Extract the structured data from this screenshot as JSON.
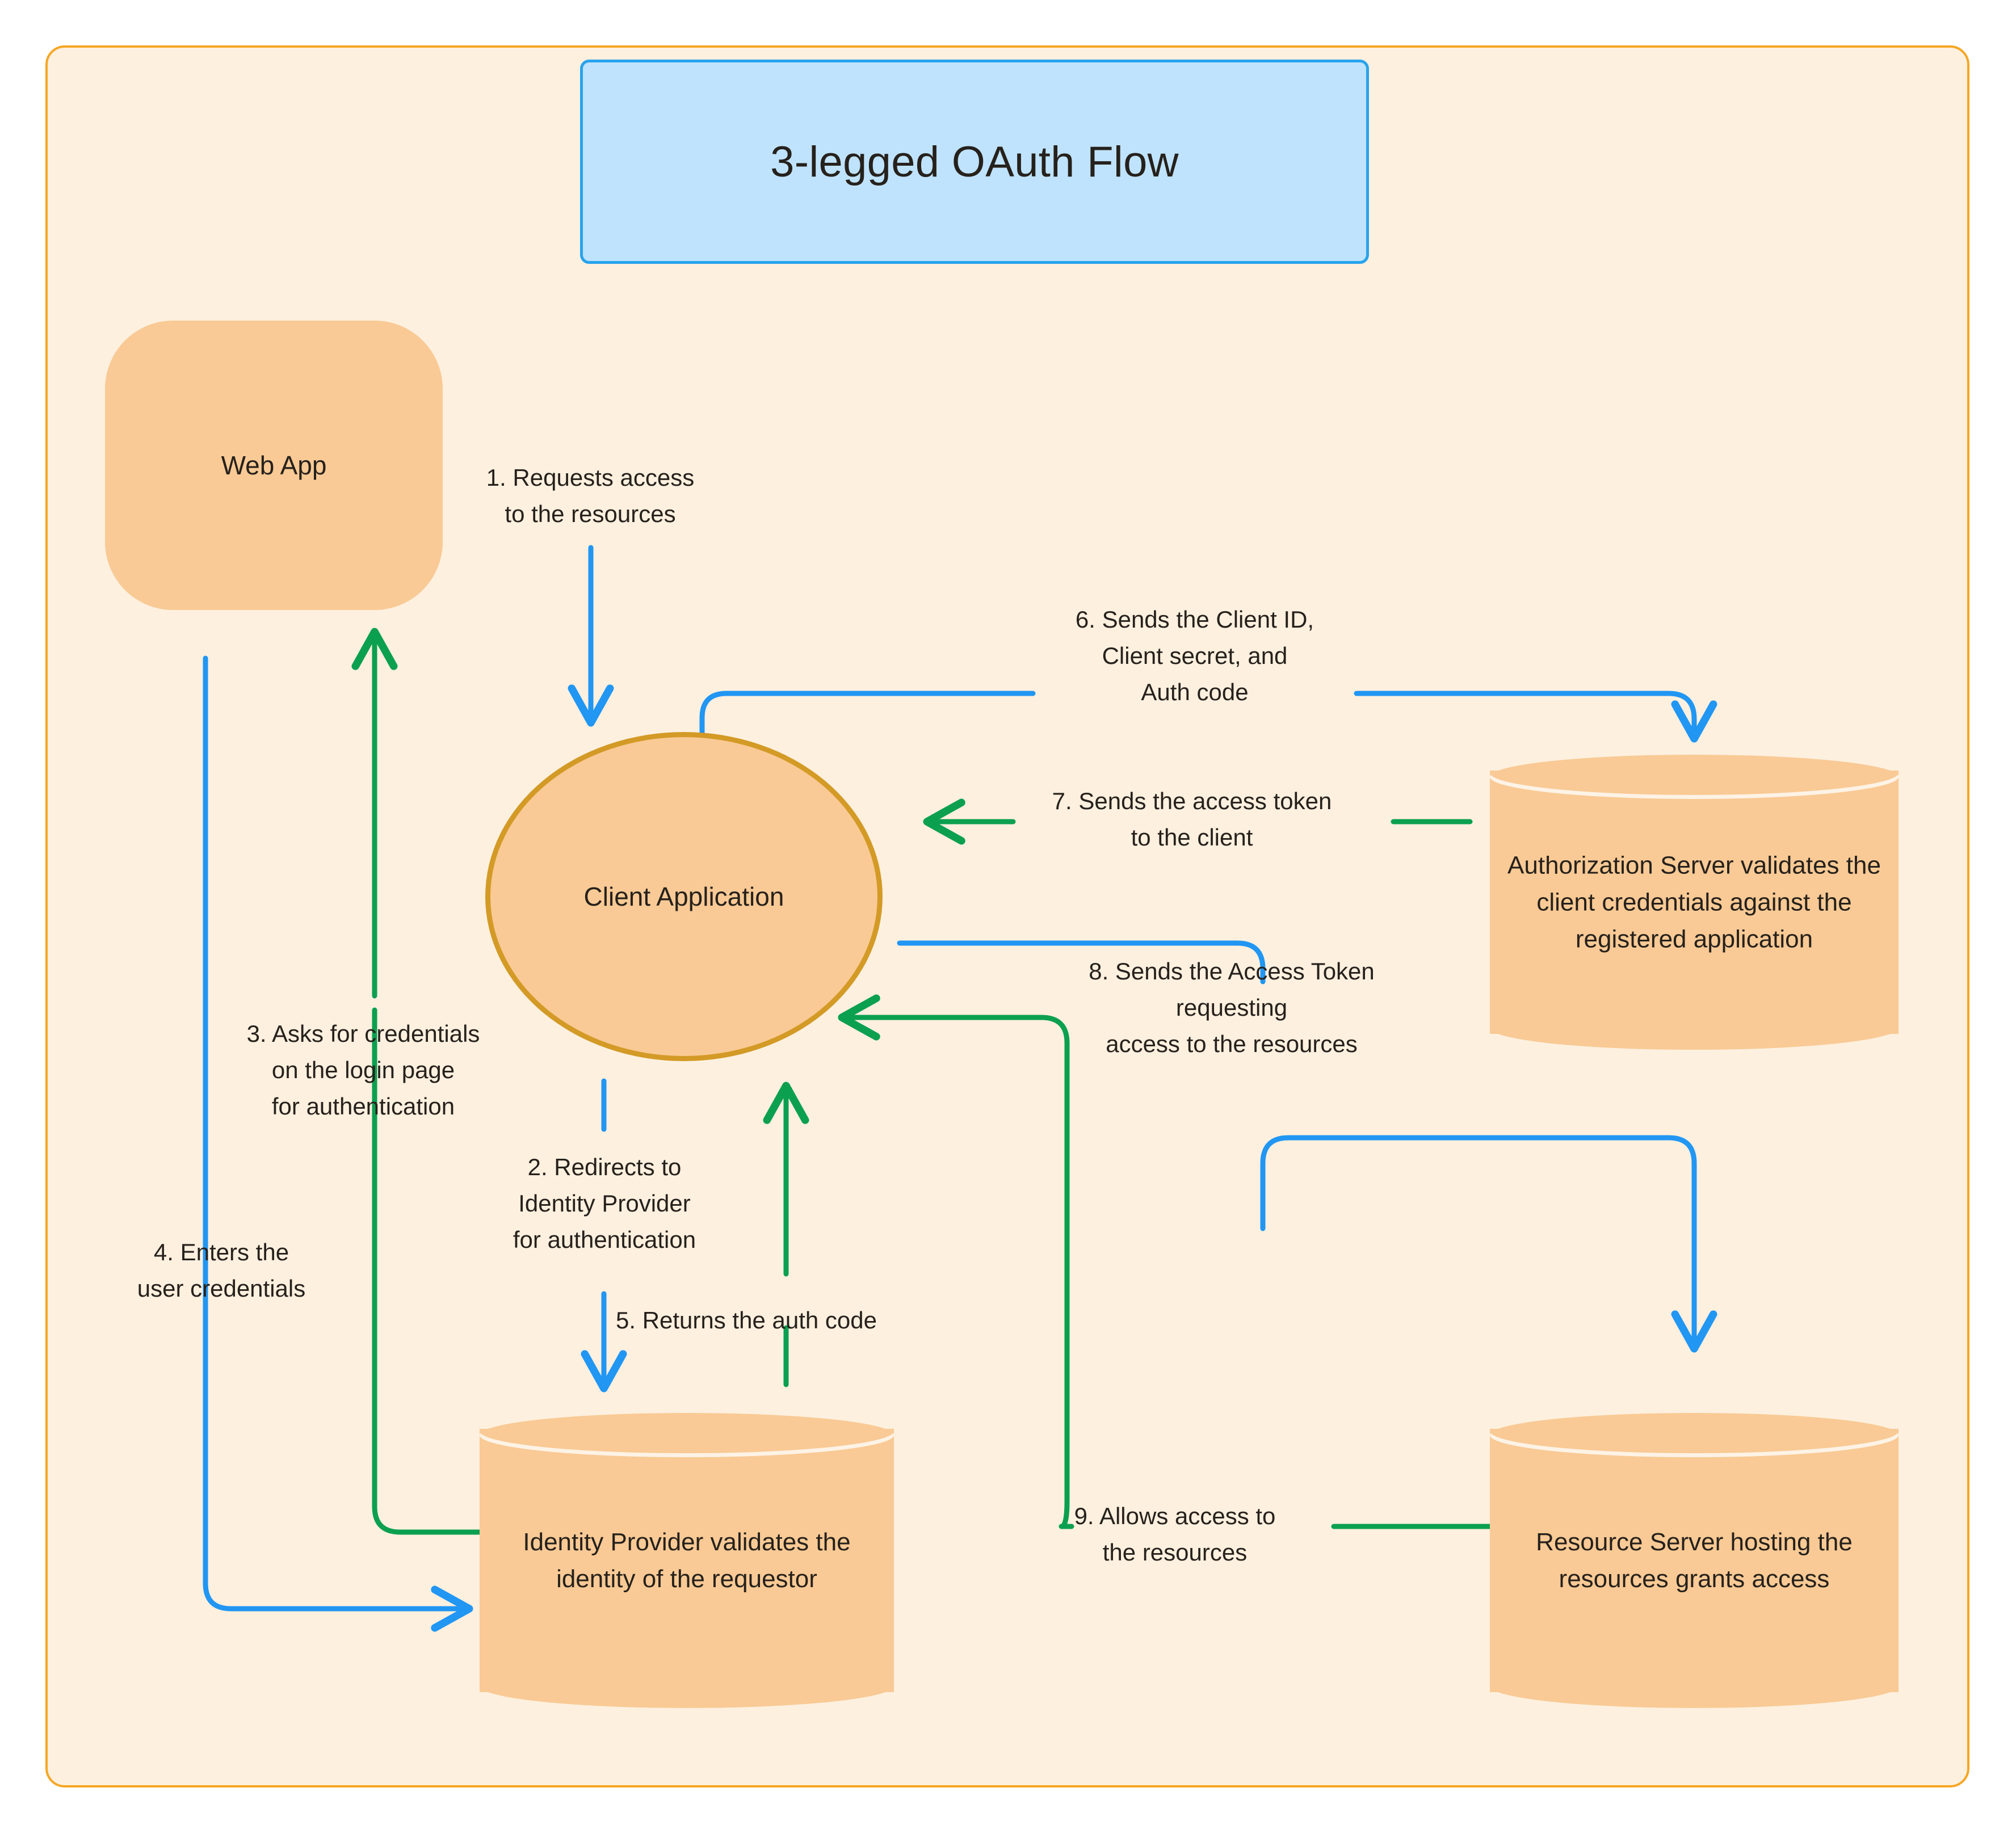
{
  "diagram": {
    "title": "3-legged OAuth Flow",
    "colors": {
      "canvas_bg": "#fdf0df",
      "canvas_border": "#f5a623",
      "title_fill": "#bfe3fd",
      "title_border": "#28a3ec",
      "node_fill": "#f9ca95",
      "circle_border": "#d39a26",
      "arrow_blue": "#2196f3",
      "arrow_green": "#0ba050",
      "text": "#26211c"
    },
    "nodes": {
      "web_app": {
        "label": "Web App",
        "shape": "rounded-rect"
      },
      "client_application": {
        "label": "Client Application",
        "shape": "circle"
      },
      "authorization_server": {
        "label": "Authorization Server validates the client credentials against the registered application",
        "shape": "cylinder"
      },
      "identity_provider": {
        "label": "Identity Provider validates the identity of the requestor",
        "shape": "cylinder"
      },
      "resource_server": {
        "label": "Resource Server hosting the resources grants access",
        "shape": "cylinder"
      }
    },
    "steps": [
      {
        "n": "1",
        "label": "1. Requests access\nto the resources",
        "color": "#2196f3",
        "from": "web_app",
        "to": "client_application"
      },
      {
        "n": "2",
        "label": "2. Redirects to\n Identity Provider\nfor authentication",
        "color": "#2196f3",
        "from": "client_application",
        "to": "identity_provider"
      },
      {
        "n": "3",
        "label": "3. Asks for  credentials\non the login page\nfor authentication",
        "color": "#0ba050",
        "from": "identity_provider",
        "to": "web_app"
      },
      {
        "n": "4",
        "label": "4. Enters the\nuser credentials",
        "color": "#2196f3",
        "from": "web_app",
        "to": "identity_provider"
      },
      {
        "n": "5",
        "label": "5. Returns the auth code",
        "color": "#0ba050",
        "from": "identity_provider",
        "to": "client_application"
      },
      {
        "n": "6",
        "label": "6.  Sends the Client ID,\nClient secret, and\nAuth code",
        "color": "#2196f3",
        "from": "client_application",
        "to": "authorization_server"
      },
      {
        "n": "7",
        "label": "7. Sends the access token\nto the client",
        "color": "#0ba050",
        "from": "authorization_server",
        "to": "client_application"
      },
      {
        "n": "8",
        "label": "8. Sends the Access Token\nrequesting\naccess to the resources",
        "color": "#2196f3",
        "from": "client_application",
        "to": "resource_server"
      },
      {
        "n": "9",
        "label": "9. Allows access to\nthe resources",
        "color": "#0ba050",
        "from": "resource_server",
        "to": "client_application"
      }
    ]
  }
}
